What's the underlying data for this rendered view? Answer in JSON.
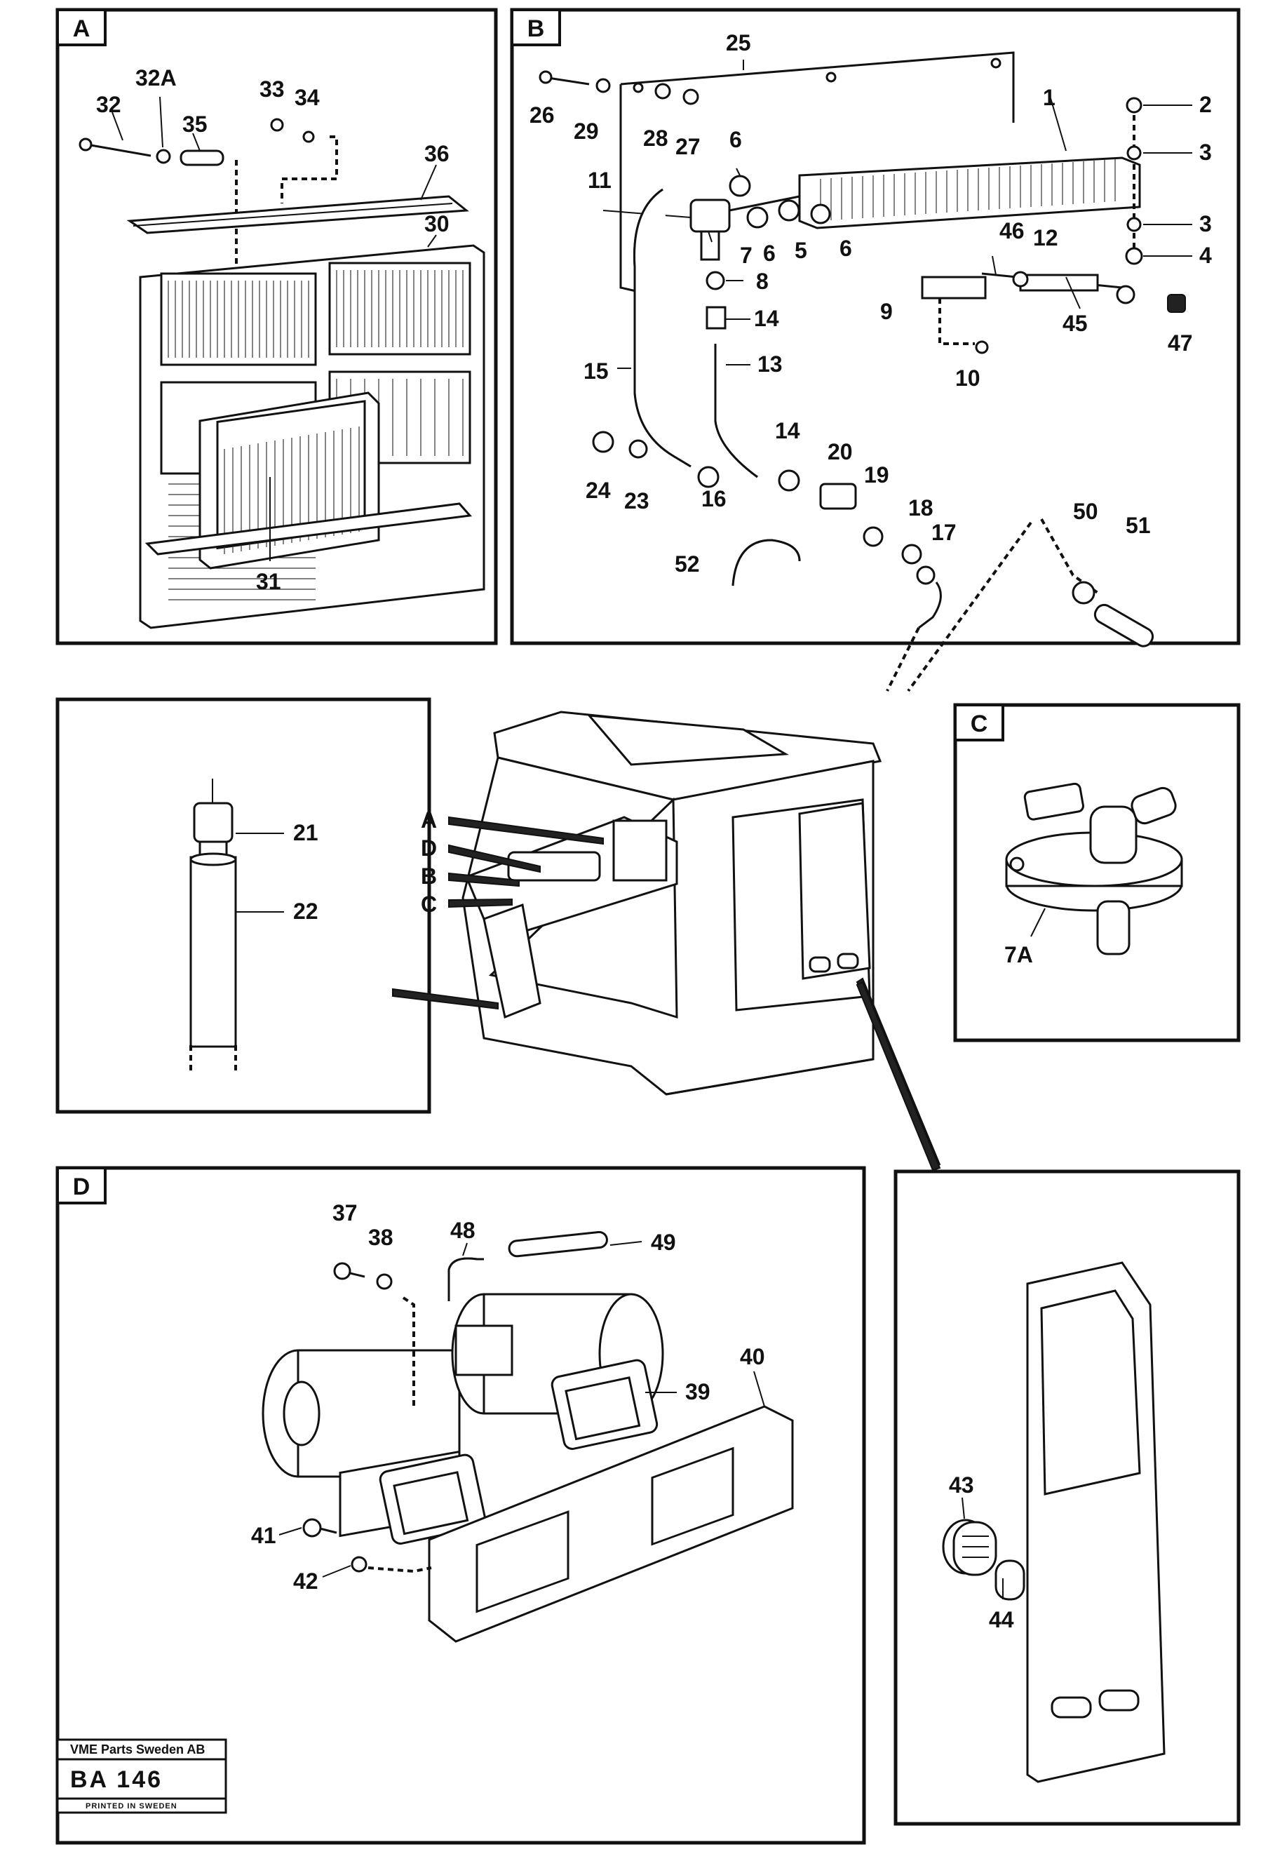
{
  "panels": {
    "A": {
      "tag": "A",
      "callouts": [
        "32",
        "32A",
        "33",
        "34",
        "35",
        "36",
        "30",
        "31"
      ]
    },
    "B": {
      "tag": "B",
      "callouts": [
        "25",
        "26",
        "29",
        "28",
        "27",
        "1",
        "2",
        "3",
        "3",
        "4",
        "6",
        "11",
        "6",
        "5",
        "6",
        "7",
        "8",
        "46",
        "12",
        "9",
        "45",
        "47",
        "14",
        "10",
        "15",
        "13",
        "14",
        "20",
        "19",
        "18",
        "17",
        "24",
        "23",
        "16",
        "52",
        "50",
        "51"
      ]
    },
    "C": {
      "tag": "C",
      "callouts": [
        "7A"
      ]
    },
    "E": {
      "callouts": [
        "21",
        "22"
      ]
    },
    "D": {
      "tag": "D",
      "callouts": [
        "37",
        "38",
        "48",
        "49",
        "40",
        "39",
        "41",
        "42"
      ]
    },
    "F": {
      "callouts": [
        "43",
        "44"
      ]
    }
  },
  "cab_pointers": [
    "A",
    "D",
    "B",
    "C"
  ],
  "stamp": {
    "company": "VME Parts Sweden AB",
    "code": "BA 146",
    "printed": "PRINTED IN SWEDEN"
  }
}
